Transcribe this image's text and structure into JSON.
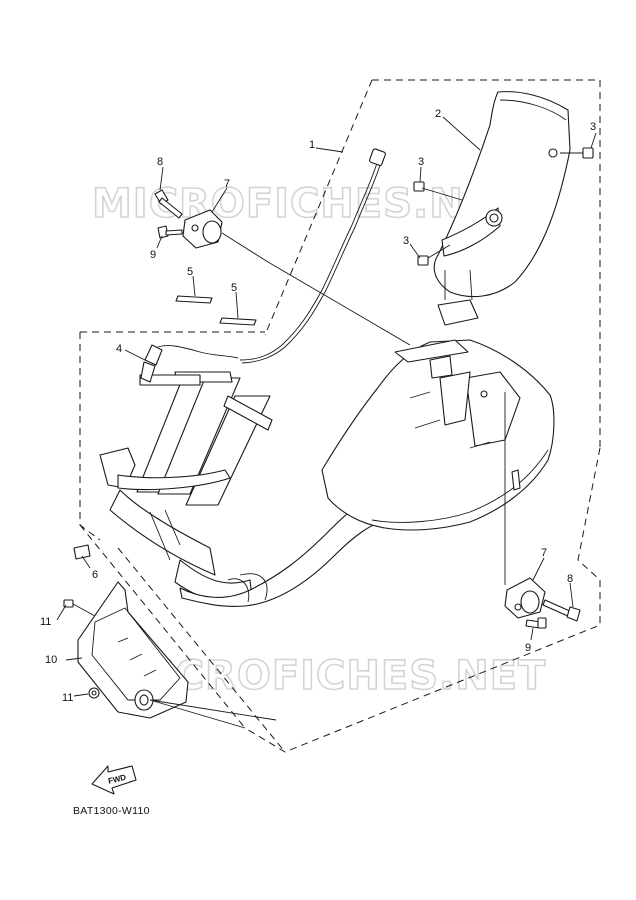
{
  "diagram": {
    "drawing_code": "BAT1300-W110",
    "direction_label": "FWD",
    "watermark": "MICROFICHES.NET",
    "callouts": [
      {
        "id": "c1",
        "label": "1"
      },
      {
        "id": "c2",
        "label": "2"
      },
      {
        "id": "c3a",
        "label": "3"
      },
      {
        "id": "c3b",
        "label": "3"
      },
      {
        "id": "c3c",
        "label": "3"
      },
      {
        "id": "c4",
        "label": "4"
      },
      {
        "id": "c5a",
        "label": "5"
      },
      {
        "id": "c5b",
        "label": "5"
      },
      {
        "id": "c6",
        "label": "6"
      },
      {
        "id": "c7a",
        "label": "7"
      },
      {
        "id": "c7b",
        "label": "7"
      },
      {
        "id": "c8a",
        "label": "8"
      },
      {
        "id": "c8b",
        "label": "8"
      },
      {
        "id": "c9a",
        "label": "9"
      },
      {
        "id": "c9b",
        "label": "9"
      },
      {
        "id": "c10",
        "label": "10"
      },
      {
        "id": "c11a",
        "label": "11"
      },
      {
        "id": "c11b",
        "label": "11"
      }
    ]
  }
}
